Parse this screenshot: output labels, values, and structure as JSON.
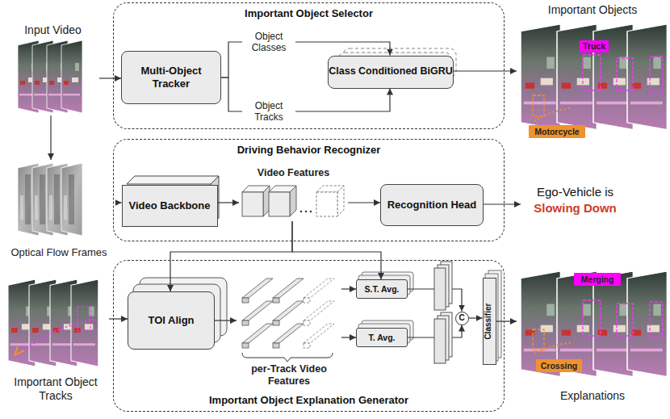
{
  "diagram": {
    "nodes": [
      {
        "text": [
          "Input Video"
        ]
      },
      {
        "text": [
          "Important Object Selector"
        ]
      },
      {
        "text": [
          "Multi-Object Tracker"
        ],
        "in": 1
      },
      {
        "text": [
          "Class Conditioned BiGRU"
        ],
        "in": 1
      },
      {
        "text": [
          "Important Objects"
        ]
      },
      {
        "text": [
          "Truck"
        ],
        "in": 4
      },
      {
        "text": [
          "Motorcycle"
        ],
        "in": 4
      },
      {
        "text": [
          "Optical Flow Frames"
        ]
      },
      {
        "text": [
          "Driving Behavior Recognizer"
        ]
      },
      {
        "text": [
          "Video Backbone"
        ],
        "in": 8
      },
      {
        "text": [
          "Video Features"
        ],
        "in": 8
      },
      {
        "text": [
          "Recognition Head"
        ],
        "in": 8
      },
      {
        "text": [
          "Important Object Tracks"
        ]
      },
      {
        "text": [
          "Important Object Explanation Generator"
        ]
      },
      {
        "text": [
          "TOI Align"
        ],
        "in": 13
      },
      {
        "text": [
          "per-Track Video Features"
        ],
        "in": 13
      },
      {
        "text": [
          "S.T. Avg."
        ],
        "in": 13
      },
      {
        "text": [
          "T. Avg."
        ],
        "in": 13
      },
      {
        "text": [
          "C"
        ],
        "in": 13
      },
      {
        "text": [
          "Classifier"
        ],
        "in": 13
      },
      {
        "text": [
          "Explanations"
        ]
      },
      {
        "text": [
          "Merging"
        ],
        "in": 20
      },
      {
        "text": [
          "Crossing"
        ],
        "in": 20
      }
    ],
    "edges": [
      {
        "from": 0,
        "to": 2,
        "arrow": "to"
      },
      {
        "from": 2,
        "to": 3,
        "label": "Object Classes",
        "arrow": "to"
      },
      {
        "from": 2,
        "to": 3,
        "label": "Object Tracks",
        "arrow": "to"
      },
      {
        "from": 3,
        "to": 4,
        "arrow": "to"
      },
      {
        "from": 0,
        "to": 7,
        "arrow": "to"
      },
      {
        "from": 7,
        "to": 9,
        "arrow": "to"
      },
      {
        "from": 9,
        "to": 10,
        "arrow": "to"
      },
      {
        "from": 10,
        "to": 11,
        "arrow": "to"
      },
      {
        "from": 10,
        "to": 14,
        "arrow": "to"
      },
      {
        "from": 10,
        "to": 16,
        "arrow": "to"
      },
      {
        "from": 12,
        "to": 14,
        "arrow": "to"
      },
      {
        "from": 14,
        "to": 15,
        "arrow": "to"
      },
      {
        "from": 15,
        "to": 16,
        "arrow": "to"
      },
      {
        "from": 15,
        "to": 17,
        "arrow": "to"
      },
      {
        "from": 16,
        "to": 18,
        "arrow": "to"
      },
      {
        "from": 17,
        "to": 18,
        "arrow": "to"
      },
      {
        "from": 18,
        "to": 19,
        "arrow": "to"
      },
      {
        "from": 19,
        "to": 20,
        "arrow": "to"
      }
    ],
    "labels": [
      "Ego-Vehicle is",
      "Slowing Down"
    ]
  }
}
